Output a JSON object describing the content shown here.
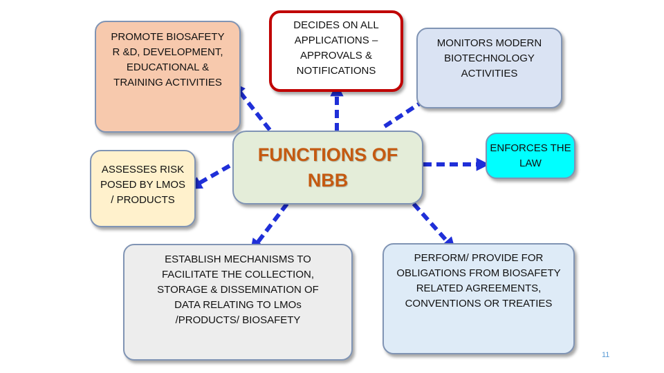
{
  "center": {
    "line1": "FUNCTIONS OF",
    "line2": "NBB"
  },
  "boxes": {
    "promote": "PROMOTE BIOSAFETY\nR &D, DEVELOPMENT,\nEDUCATIONAL  &\nTRAINING ACTIVITIES",
    "decides": "DECIDES ON  ALL\nAPPLICATIONS –\nAPPROVALS &\nNOTIFICATIONS",
    "monitors": "MONITORS MODERN\nBIOTECHNOLOGY\nACTIVITIES",
    "assesses": "ASSESSES RISK\nPOSED BY LMOS\n/ PRODUCTS",
    "enforces": "ENFORCES THE\nLAW",
    "establish": "ESTABLISH MECHANISMS TO\nFACILITATE THE COLLECTION,\nSTORAGE & DISSEMINATION OF\nDATA RELATING TO LMOs\n/PRODUCTS/ BIOSAFETY",
    "perform": "PERFORM/  PROVIDE FOR\nOBLIGATIONS FROM BIOSAFETY\nRELATED AGREEMENTS,\nCONVENTIONS OR TREATIES"
  },
  "page_number": "11",
  "colors": {
    "center_fill": "#e4edd9",
    "promote_fill": "#f7c9ad",
    "decides_border": "#c00000",
    "monitors_fill": "#dae3f3",
    "assesses_fill": "#fff1cc",
    "enforces_fill": "#00ffff",
    "grey_fill": "#ededed",
    "perform_fill": "#deebf7",
    "arrow": "#1f2fd8"
  }
}
